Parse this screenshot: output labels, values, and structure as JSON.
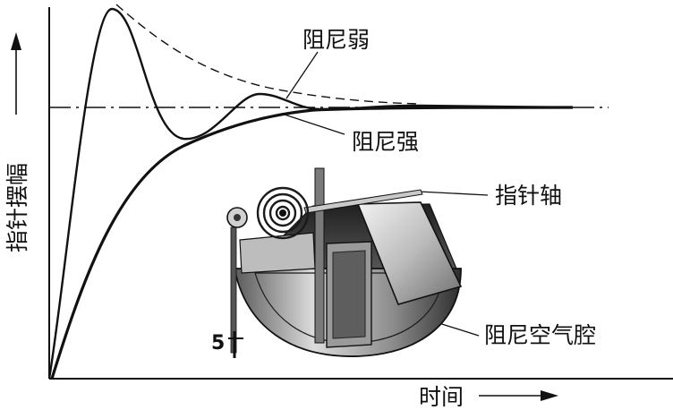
{
  "labels": {
    "weak_damping": "阻尼弱",
    "strong_damping": "阻尼强",
    "pointer_shaft": "指针轴",
    "damping_chamber": "阻尼空气腔",
    "y_axis": "指针摆幅",
    "x_axis": "时间"
  },
  "mechanism": {
    "mark_text": "5"
  },
  "colors": {
    "ink": "#111111",
    "paper": "#ffffff",
    "metal_dark": "#3a3a3a",
    "metal_mid": "#8a8a8a",
    "metal_light": "#d9d9d9"
  }
}
